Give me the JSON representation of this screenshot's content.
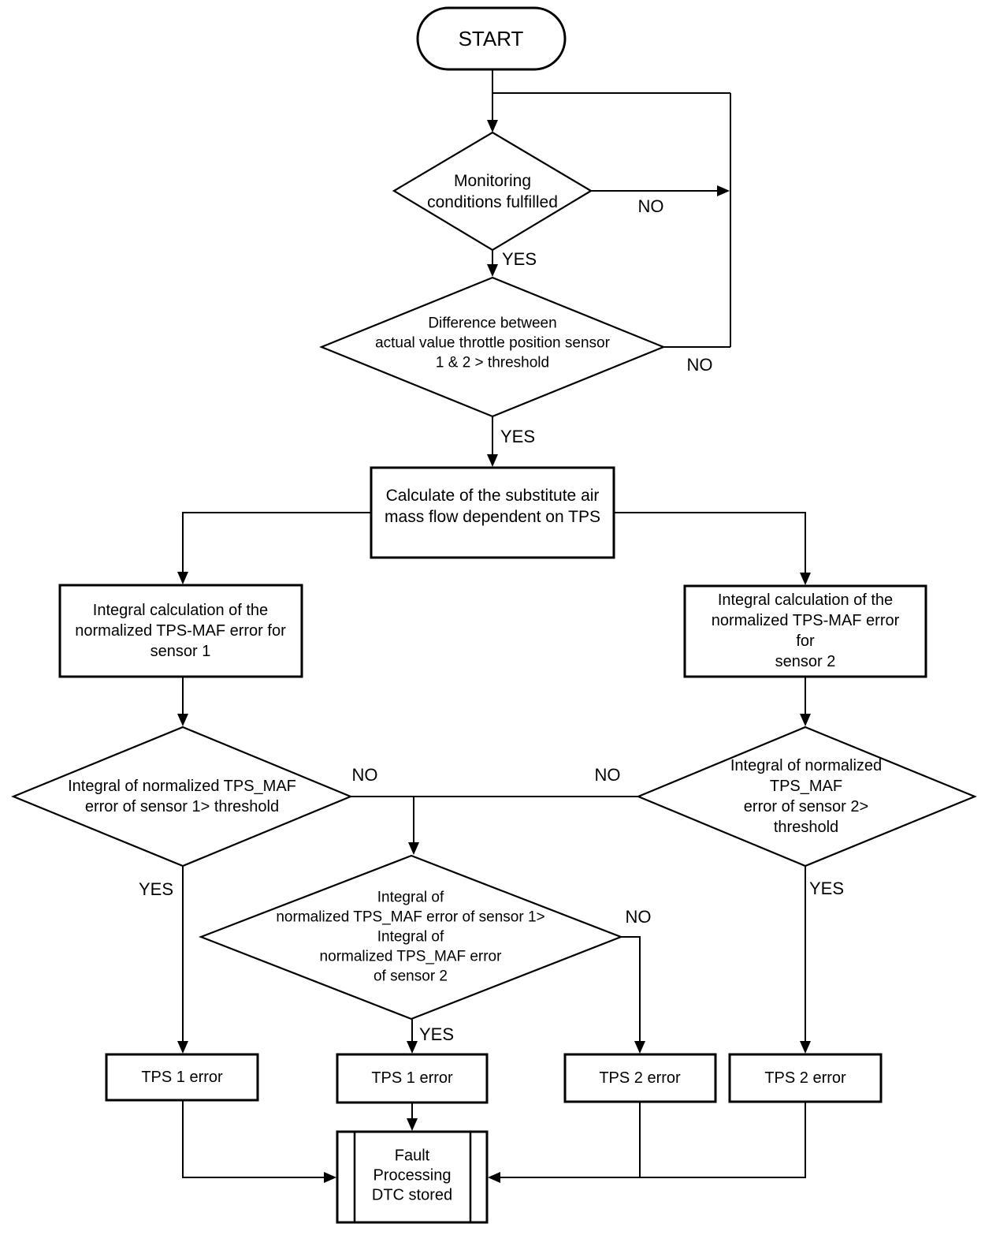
{
  "diagram": {
    "background": "#ffffff",
    "line_color": "#000000",
    "type": "flowchart",
    "nodes": {
      "start": "START",
      "monitoring": "Monitoring\nconditions fulfilled",
      "difference": "Difference between\nactual value throttle position sensor\n1 & 2 > threshold",
      "calculate": "Calculate of the substitute air\nmass flow dependent on TPS",
      "integral_sensor1": "Integral calculation of the\nnormalized TPS-MAF error for\nsensor 1",
      "integral_sensor2": "Integral calculation of the\nnormalized TPS-MAF error for\nsensor 2",
      "threshold_sensor1": "Integral of normalized TPS_MAF\nerror of sensor 1> threshold",
      "threshold_sensor2": "Integral of normalized TPS_MAF\nerror of sensor 2> threshold",
      "compare": "Integral of\nnormalized TPS_MAF error of sensor 1>\nIntegral of\nnormalized TPS_MAF error\nof sensor 2",
      "tps1_error_a": "TPS 1 error",
      "tps1_error_b": "TPS 1 error",
      "tps2_error_a": "TPS 2 error",
      "tps2_error_b": "TPS 2 error",
      "fault": "Fault\nProcessing\nDTC stored"
    },
    "edge_labels": {
      "monitoring_no": "NO",
      "monitoring_yes": "YES",
      "difference_no": "NO",
      "difference_yes": "YES",
      "threshold1_no": "NO",
      "threshold1_yes": "YES",
      "threshold2_no": "NO",
      "threshold2_yes": "YES",
      "compare_no": "NO",
      "compare_yes": "YES"
    }
  }
}
